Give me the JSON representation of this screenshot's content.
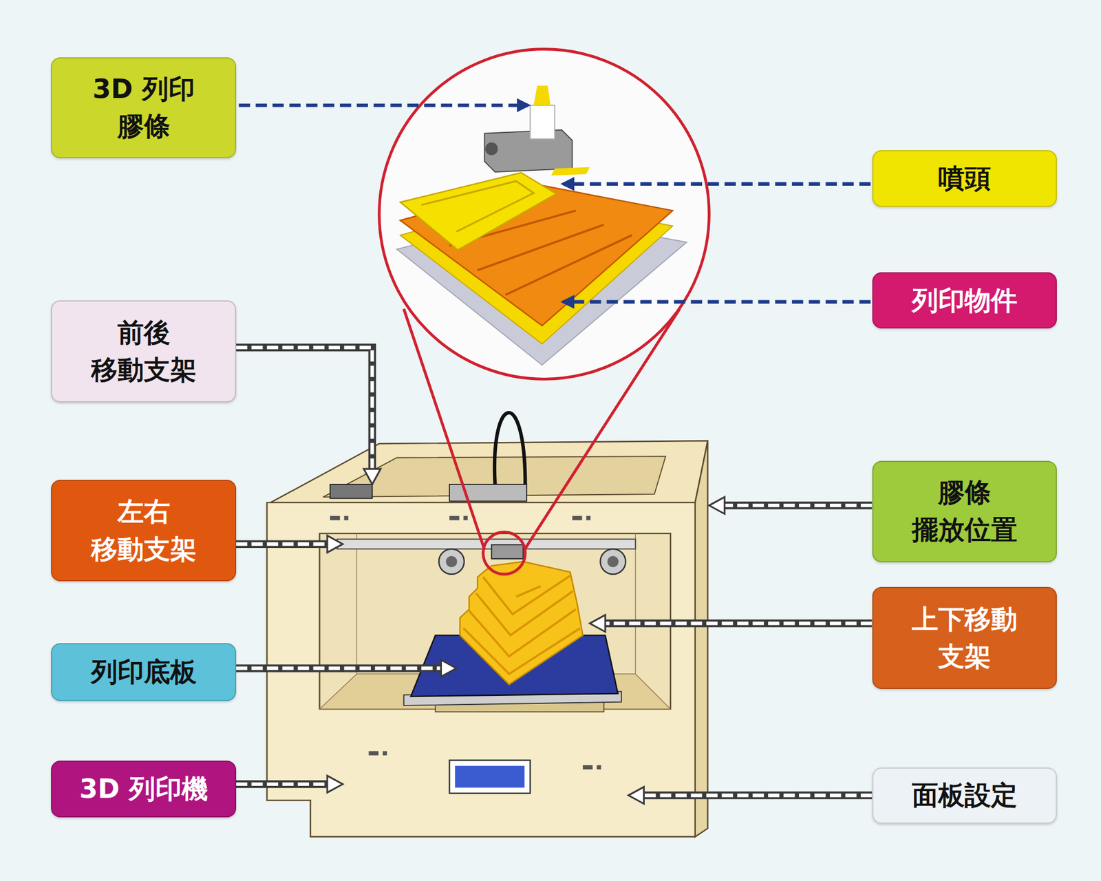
{
  "diagram": {
    "nodes": [
      {
        "text": [
          "3D 列印 膠條"
        ]
      },
      {
        "text": [
          "噴頭"
        ]
      },
      {
        "text": [
          "列印物件"
        ]
      },
      {
        "text": [
          "前後 移動支架"
        ]
      },
      {
        "text": [
          "左右 移動支架"
        ]
      },
      {
        "text": [
          "膠條 擺放位置"
        ]
      },
      {
        "text": [
          "上下移動 支架"
        ]
      },
      {
        "text": [
          "列印底板"
        ]
      },
      {
        "text": [
          "3D 列印機"
        ]
      },
      {
        "text": [
          "面板設定"
        ]
      }
    ]
  }
}
